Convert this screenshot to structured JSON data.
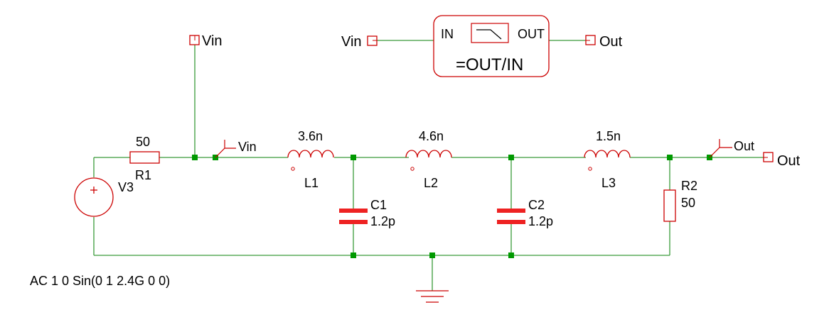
{
  "colors": {
    "wire": "#3a9a3a",
    "component": "#cc0000",
    "capacitor": "#ee2222",
    "node": "#009900",
    "text": "#000000"
  },
  "ports": {
    "vin_top": "Vin",
    "vin_block": "Vin",
    "out_block": "Out",
    "out_right": "Out"
  },
  "probes": {
    "vin": "Vin",
    "out": "Out"
  },
  "block": {
    "in_label": "IN",
    "out_label": "OUT",
    "expression": "=OUT/IN",
    "icon": "lowpass-filter-icon"
  },
  "source": {
    "name": "V3",
    "spec": "AC 1 0 Sin(0 1 2.4G 0 0)"
  },
  "resistors": {
    "r1": {
      "name": "R1",
      "value": "50"
    },
    "r2": {
      "name": "R2",
      "value": "50"
    }
  },
  "inductors": {
    "l1": {
      "name": "L1",
      "value": "3.6n"
    },
    "l2": {
      "name": "L2",
      "value": "4.6n"
    },
    "l3": {
      "name": "L3",
      "value": "1.5n"
    }
  },
  "capacitors": {
    "c1": {
      "name": "C1",
      "value": "1.2p"
    },
    "c2": {
      "name": "C2",
      "value": "1.2p"
    }
  },
  "ground": {
    "icon": "ground-icon"
  }
}
